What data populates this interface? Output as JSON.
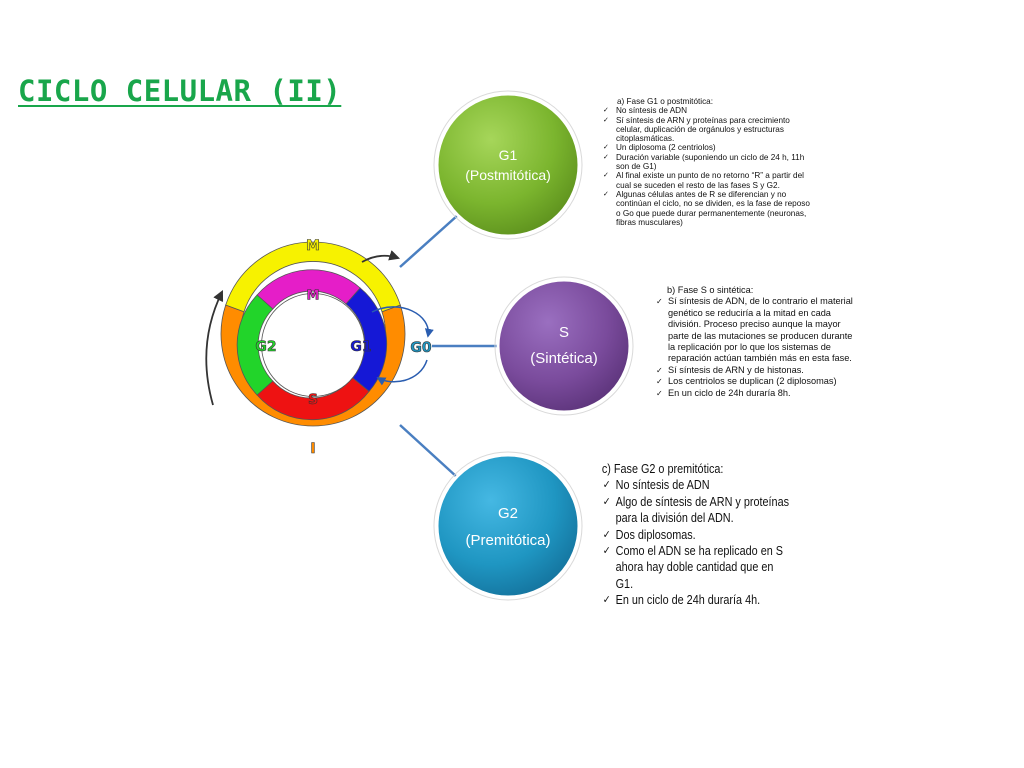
{
  "title": "CICLO CELULAR (II)",
  "colors": {
    "title": "#19a64b",
    "g1_bubble": "#7bb52e",
    "s_bubble": "#7a4b9c",
    "g2_bubble": "#1f96c2",
    "ring_outer_m": "#f7f200",
    "ring_outer_i": "#ff8c00",
    "ring_inner_m": "#e51ec8",
    "ring_inner_g1": "#1518d6",
    "ring_inner_s": "#ee1212",
    "ring_inner_g2": "#22d42a",
    "connector": "#4a7fc1"
  },
  "ring_labels": {
    "outer_m": "M",
    "inner_m": "M",
    "g1": "G1",
    "g2": "G2",
    "g0": "G0",
    "s": "S",
    "i": "I"
  },
  "bubbles": {
    "g1": {
      "line1": "G1",
      "line2": "(Postmitótica)"
    },
    "s": {
      "line1": "S",
      "line2": "(Sintética)"
    },
    "g2": {
      "line1": "G2",
      "line2": "(Premitótica)"
    }
  },
  "notes": {
    "g1": {
      "heading": "a)    Fase G1 o postmitótica:",
      "items": [
        "No síntesis de ADN",
        "Sí síntesis de ARN y proteínas para crecimiento celular, duplicación de orgánulos y estructuras citoplasmáticas.",
        "Un diplosoma (2 centriolos)",
        "Duración variable (suponiendo un ciclo de 24 h, 11h son de G1)",
        "Al final existe un punto de no retorno “R” a partir del cual se suceden el resto de las fases S y G2.",
        "Algunas células antes de R  se diferencian y no continúan el ciclo, no se dividen, es la fase de reposo o Go que puede durar permanentemente (neuronas, fibras musculares)"
      ]
    },
    "s": {
      "heading": "b)    Fase S o sintética:",
      "items": [
        "Sí síntesis de ADN, de lo contrario el material genético se reduciría a la mitad en cada división. Proceso preciso aunque la mayor parte de las mutaciones se producen durante la replicación por lo que los sistemas de reparación actúan también más en esta fase.",
        "Sí síntesis de ARN y de histonas.",
        "Los centriolos se duplican (2 diplosomas)",
        "En un ciclo de 24h duraría 8h."
      ]
    },
    "g2": {
      "heading": "c)    Fase G2 o premitótica:",
      "items": [
        "No síntesis de ADN",
        "Algo de síntesis de ARN y proteínas para la división del ADN.",
        "Dos diplosomas.",
        "Como el ADN se ha replicado en S ahora hay doble cantidad que en G1.",
        "En un ciclo de 24h duraría 4h."
      ]
    }
  }
}
